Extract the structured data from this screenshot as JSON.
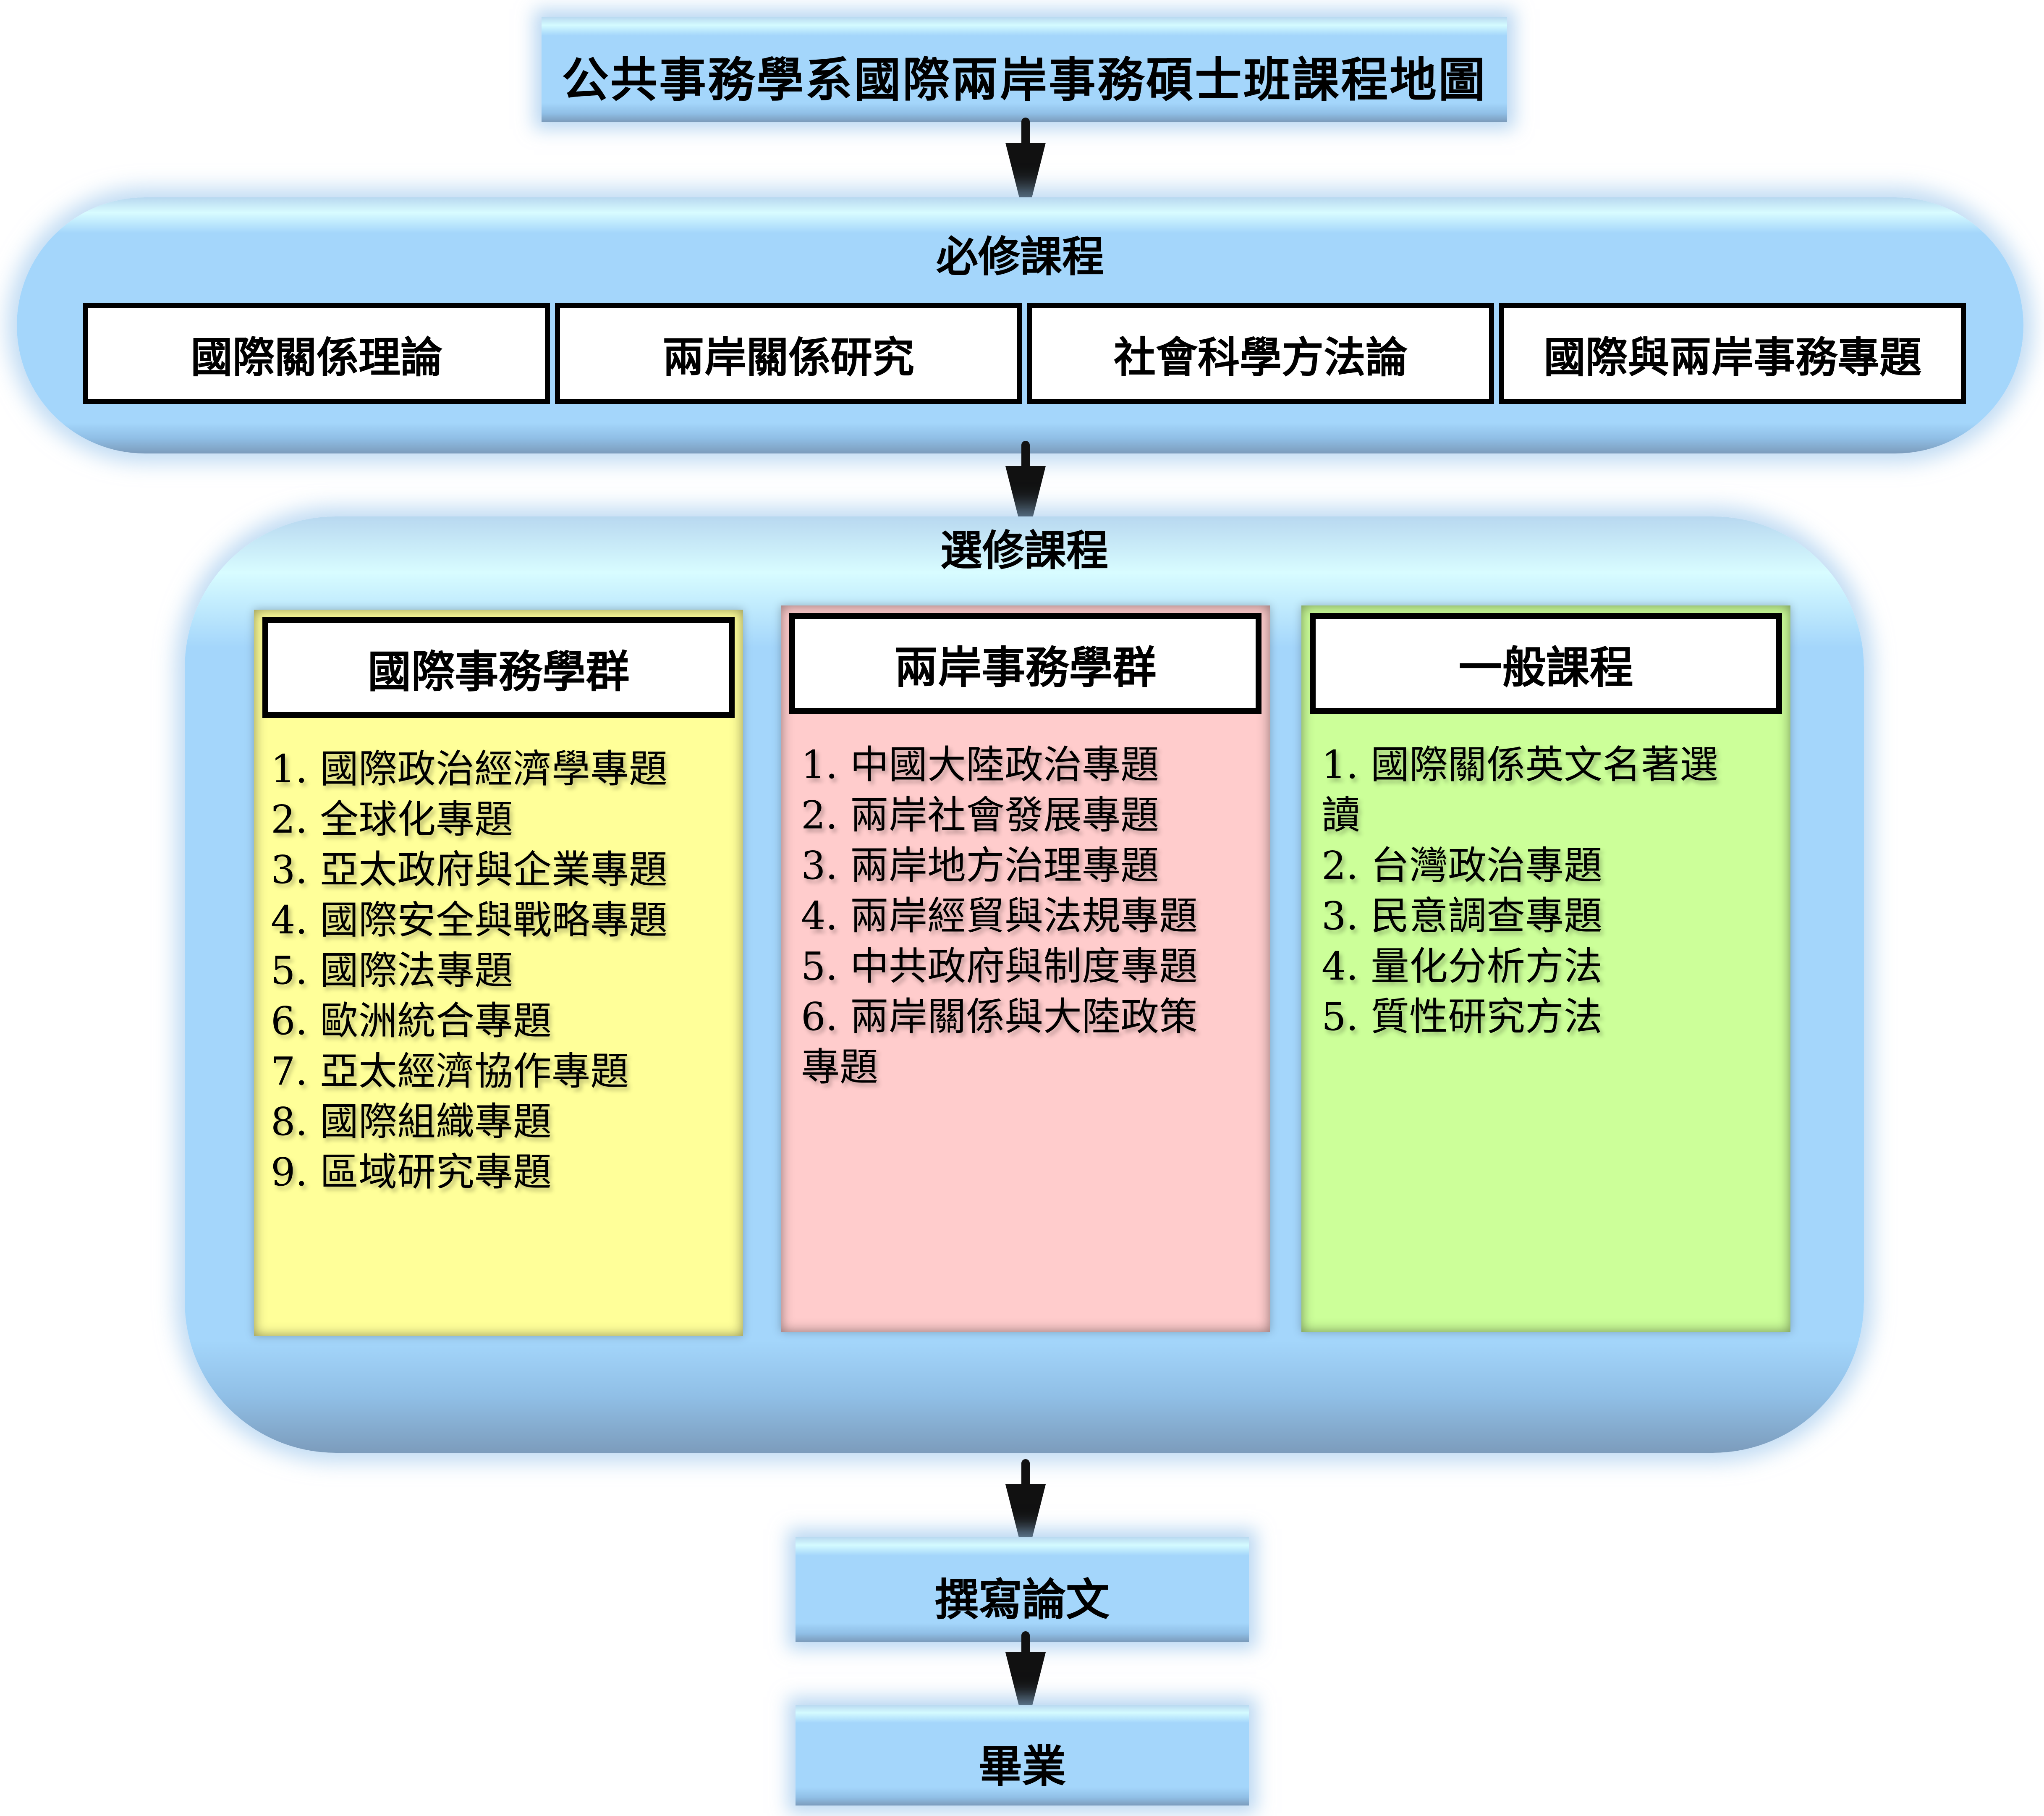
{
  "title": "公共事務學系國際兩岸事務碩士班課程地圖",
  "required": {
    "heading": "必修課程",
    "courses": [
      "國際關係理論",
      "兩岸關係研究",
      "社會科學方法論",
      "國際與兩岸事務專題"
    ]
  },
  "elective": {
    "heading": "選修課程",
    "groups": [
      {
        "name": "國際事務學群",
        "color": "#ffff99",
        "items": [
          "1. 國際政治經濟學專題",
          "2. 全球化專題",
          "3. 亞太政府與企業專題",
          "4. 國際安全與戰略專題",
          "5. 國際法專題",
          "6. 歐洲統合專題",
          "7. 亞太經濟協作專題",
          "8. 國際組織專題",
          "9. 區域研究專題"
        ]
      },
      {
        "name": "兩岸事務學群",
        "color": "#ffcccc",
        "items": [
          "1. 中國大陸政治專題",
          "2. 兩岸社會發展專題",
          "3. 兩岸地方治理專題",
          "4. 兩岸經貿與法規專題",
          "5. 中共政府與制度專題",
          "6. 兩岸關係與大陸政策專題"
        ]
      },
      {
        "name": "一般課程",
        "color": "#ccff99",
        "items": [
          "1. 國際關係英文名著選讀",
          "2. 台灣政治專題",
          "3. 民意調查專題",
          "4. 量化分析方法",
          "5. 質性研究方法"
        ]
      }
    ]
  },
  "thesis": "撰寫論文",
  "graduation": "畢業",
  "colors": {
    "box_blue": "#a4d6fb",
    "arrow": "#111111"
  }
}
